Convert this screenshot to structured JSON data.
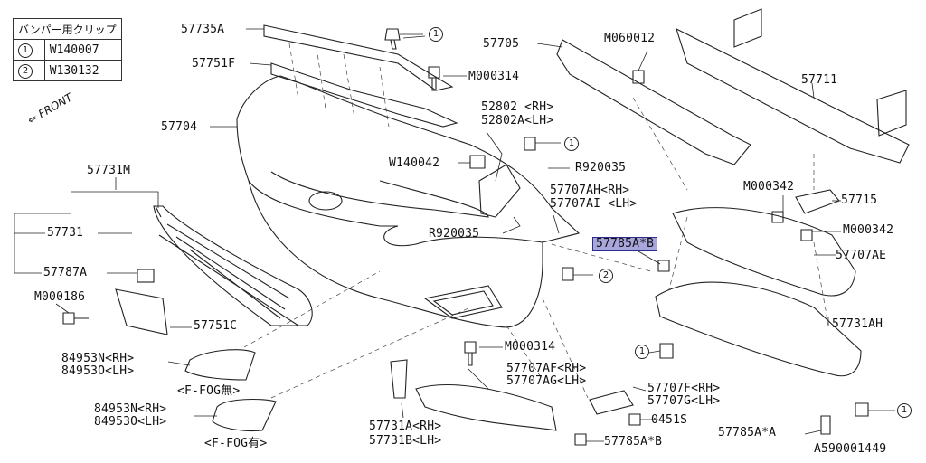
{
  "legend": {
    "title": "バンパー用クリップ",
    "rows": [
      {
        "num": "1",
        "code": "W140007"
      },
      {
        "num": "2",
        "code": "W130132"
      }
    ]
  },
  "direction_label": "FRONT",
  "parts": {
    "p57735A": "57735A",
    "p57751F": "57751F",
    "p57704": "57704",
    "p57731M": "57731M",
    "p57731": "57731",
    "p57787A": "57787A",
    "pM000186": "M000186",
    "p57751C": "57751C",
    "p84953N_a": "84953N<RH>",
    "p84953O_a": "84953O<LH>",
    "fog_none": "<F-FOG無>",
    "p84953N_b": "84953N<RH>",
    "p84953O_b": "84953O<LH>",
    "fog_with": "<F-FOG有>",
    "pM000314_top": "M000314",
    "p52802": "52802 <RH>",
    "p52802A": "52802A<LH>",
    "pW140042": "W140042",
    "pR920035_a": "R920035",
    "pR920035_b": "R920035",
    "p57707AH": "57707AH<RH>",
    "p57707AI": "57707AI <LH>",
    "p57785AB_hl": "57785A*B",
    "pM000314_mid": "M000314",
    "p57707AF": "57707AF<RH>",
    "p57707AG": "57707AG<LH>",
    "p57731A": "57731A<RH>",
    "p57731B": "57731B<LH>",
    "p57707F": "57707F<RH>",
    "p57707G": "57707G<LH>",
    "p0451S": "0451S",
    "p57785AB_bot": "57785A*B",
    "p57705": "57705",
    "pM060012": "M060012",
    "p57711": "57711",
    "pM000342_a": "M000342",
    "p57715": "57715",
    "pM000342_b": "M000342",
    "p57707AE": "57707AE",
    "p57731AH": "57731AH",
    "p57785AA": "57785A*A",
    "ref_number": "A590001449"
  },
  "callouts": {
    "c1": "1",
    "c2": "2"
  },
  "colors": {
    "highlight": "#a9a6dc",
    "line": "#222222"
  }
}
